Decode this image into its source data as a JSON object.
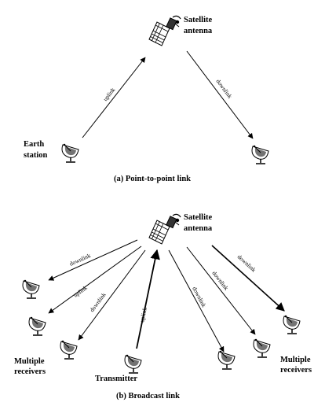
{
  "panel_a": {
    "satellite_label_1": "Satellite",
    "satellite_label_2": "antenna",
    "earth_label_1": "Earth",
    "earth_label_2": "station",
    "uplink": "uplink",
    "downlink": "downlink",
    "caption": "(a) Point-to-point link"
  },
  "panel_b": {
    "satellite_label_1": "Satellite",
    "satellite_label_2": "antenna",
    "left_receivers_1": "Multiple",
    "left_receivers_2": "receivers",
    "right_receivers_1": "Multiple",
    "right_receivers_2": "receivers",
    "transmitter": "Transmitter",
    "uplink": "uplink",
    "downlink": "downlink",
    "caption": "(b) Broadcast link"
  }
}
